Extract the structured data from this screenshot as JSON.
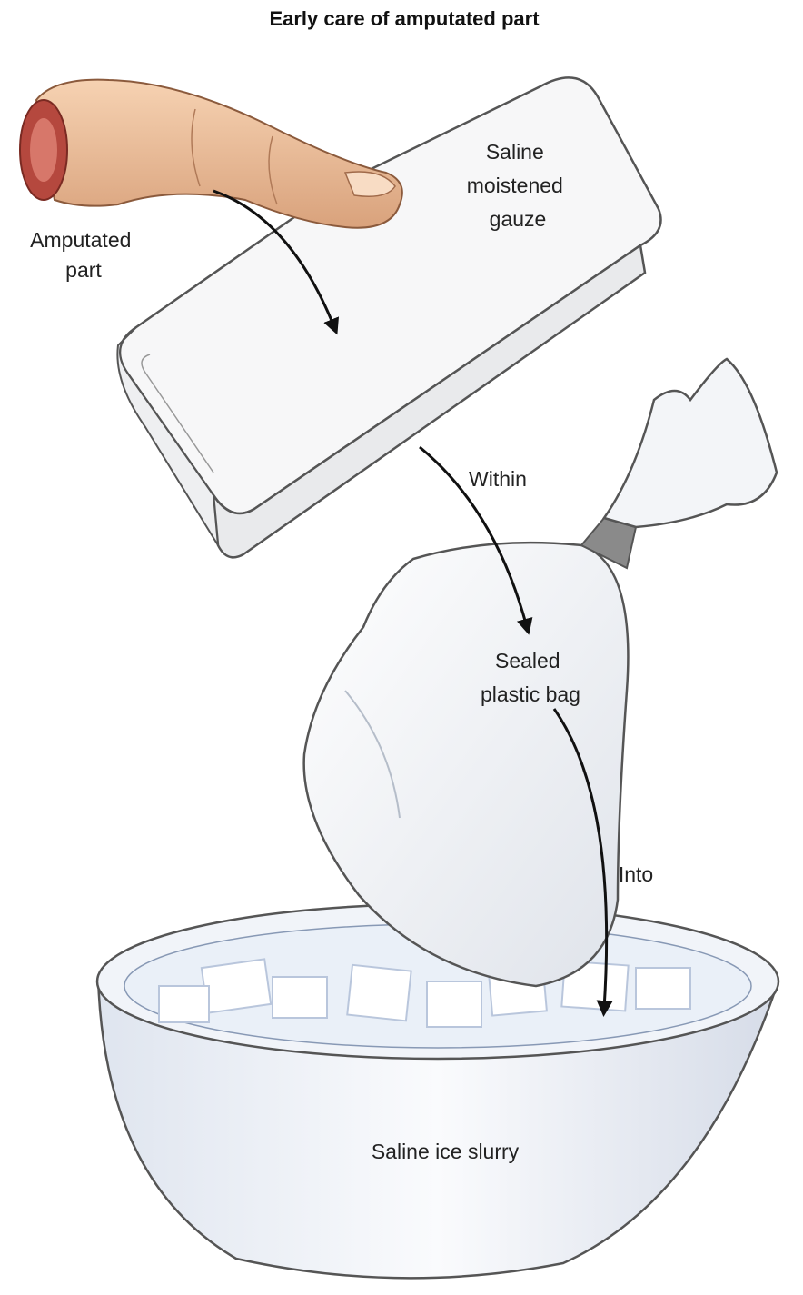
{
  "title": "Early care of amputated part",
  "labels": {
    "amputated_part": [
      "Amputated",
      "part"
    ],
    "gauze": [
      "Saline",
      "moistened",
      "gauze"
    ],
    "within": "Within",
    "bag": [
      "Sealed",
      "plastic bag"
    ],
    "into": "Into",
    "slurry": "Saline ice slurry"
  },
  "colors": {
    "skin": "#f2c49e",
    "skin_shadow": "#d9a27c",
    "wound": "#b5483e",
    "gauze": "#f7f7f8",
    "outline": "#555555",
    "bowl": "#f4f6fa",
    "ice_edge": "#b9c6dc",
    "arrow": "#111111",
    "bag_tie": "#8a8a8a"
  }
}
